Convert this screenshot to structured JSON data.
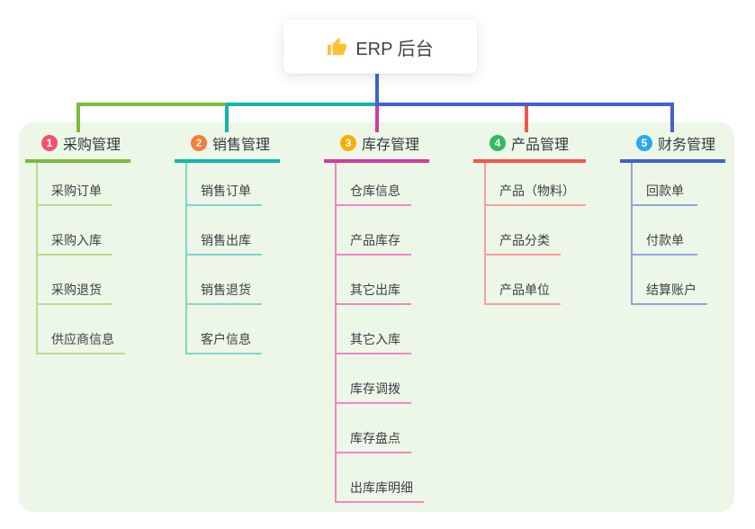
{
  "root": {
    "title": "ERP 后台",
    "icon": "thumbs-up-icon",
    "icon_color": "#fdc233"
  },
  "panel": {
    "bg": "#edf7e7"
  },
  "branches": [
    {
      "badge": "1",
      "badge_color": "#f4516c",
      "color": "#7cba3d",
      "color_light": "#b9dc92",
      "title": "采购管理",
      "children": [
        "采购订单",
        "采购入库",
        "采购退货",
        "供应商信息"
      ]
    },
    {
      "badge": "2",
      "badge_color": "#f97b38",
      "color": "#13b5ab",
      "color_light": "#7fd5cd",
      "title": "销售管理",
      "children": [
        "销售订单",
        "销售出库",
        "销售退货",
        "客户信息"
      ]
    },
    {
      "badge": "3",
      "badge_color": "#fbae00",
      "color": "#d43a9f",
      "color_light": "#ef87c5",
      "title": "库存管理",
      "children": [
        "仓库信息",
        "产品库存",
        "其它出库",
        "其它入库",
        "库存调拨",
        "库存盘点",
        "出库库明细"
      ]
    },
    {
      "badge": "4",
      "badge_color": "#2dbd60",
      "color": "#f4544c",
      "color_light": "#f9a09a",
      "title": "产品管理",
      "children": [
        "产品（物料）",
        "产品分类",
        "产品单位"
      ]
    },
    {
      "badge": "5",
      "badge_color": "#2aa8f2",
      "color": "#4161d2",
      "color_light": "#91a5dc",
      "title": "财务管理",
      "children": [
        "回款单",
        "付款单",
        "结算账户"
      ]
    }
  ]
}
